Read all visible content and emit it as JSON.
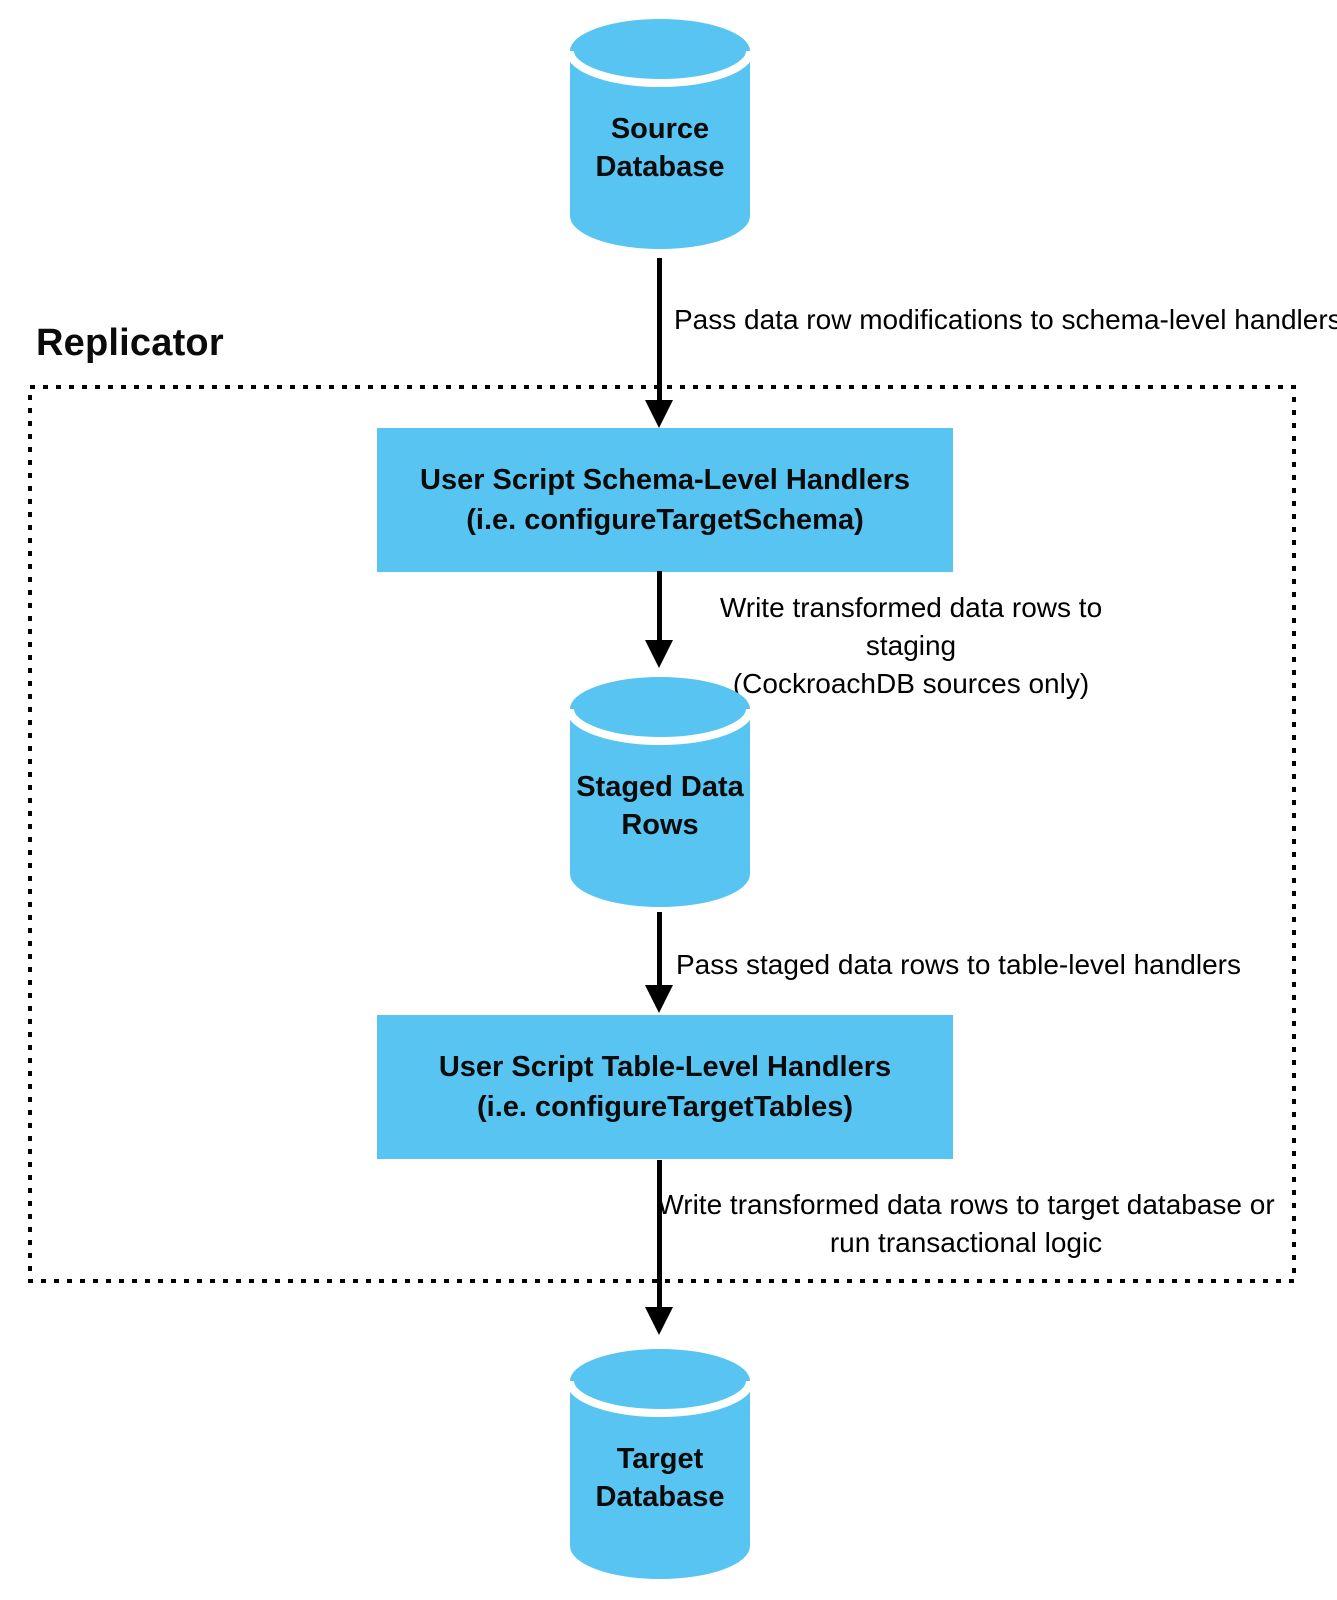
{
  "colors": {
    "node_fill": "#57C4F2",
    "edge_color": "#000000",
    "text_color": "#0b0b0b",
    "group_border_color": "#000000"
  },
  "replicator": {
    "label": "Replicator"
  },
  "nodes": {
    "source_db": {
      "type": "database-cylinder",
      "line1": "Source",
      "line2": "Database"
    },
    "schema_handlers": {
      "type": "process-box",
      "line1": "User Script Schema-Level Handlers",
      "line2": "(i.e. configureTargetSchema)"
    },
    "staged_rows": {
      "type": "database-cylinder",
      "line1": "Staged Data",
      "line2": "Rows"
    },
    "table_handlers": {
      "type": "process-box",
      "line1": "User Script Table-Level Handlers",
      "line2": "(i.e. configureTargetTables)"
    },
    "target_db": {
      "type": "database-cylinder",
      "line1": "Target",
      "line2": "Database"
    }
  },
  "edges": {
    "source_to_schema": {
      "label": "Pass data row modifications to schema-level handlers"
    },
    "schema_to_staged": {
      "line1": "Write transformed data rows to staging",
      "line2": "(CockroachDB sources only)"
    },
    "staged_to_table": {
      "label": "Pass staged data rows to table-level handlers"
    },
    "table_to_target": {
      "line1": "Write transformed data rows to target database or",
      "line2": "run transactional logic"
    }
  }
}
